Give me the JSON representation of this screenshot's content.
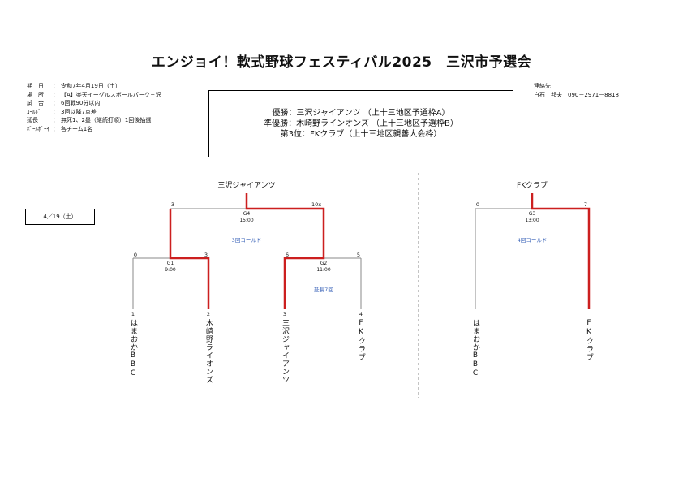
{
  "title": "エンジョイ！軟式野球フェスティバル2025　三沢市予選会",
  "info": [
    {
      "label": "期　日",
      "value": "令和7年4月19日（土）"
    },
    {
      "label": "場　所",
      "value": "【A】楽天イーグルスボールパーク三沢"
    },
    {
      "label": "試　合",
      "value": "6回戦90分以内"
    },
    {
      "label": "ｺｰﾙﾄﾞ",
      "value": "3回以降7点差"
    },
    {
      "label": "延長",
      "value": "無死1、2塁（継続打順）1回後抽選"
    },
    {
      "label": "ﾎﾞｰﾙﾎﾞｰｲ",
      "value": "各チーム1名"
    }
  ],
  "contact": {
    "label": "連絡先",
    "value": "白石　邦夫　090－2971－8818"
  },
  "results": [
    "優勝：三沢ジャイアンツ （上十三地区予選枠A）",
    "準優勝：木崎野ラインオンズ （上十三地区予選枠B）",
    "第3位：FKクラブ（上十三地区親善大会枠）"
  ],
  "date_box": "4／19（土）",
  "bracket_a": {
    "winner": "三沢ジャイアンツ",
    "final": {
      "game": "G4",
      "time": "15:00",
      "score_left": "3",
      "score_right": "10x",
      "note": "3回コールド"
    },
    "semi_left": {
      "game": "G1",
      "time": "9:00",
      "score_left": "0",
      "score_right": "3"
    },
    "semi_right": {
      "game": "G2",
      "time": "11:00",
      "score_left": "6",
      "score_right": "5",
      "note": "延長7回"
    },
    "teams": [
      {
        "seed": "1",
        "name": "はまおかBBC"
      },
      {
        "seed": "2",
        "name": "木崎野ライオンズ"
      },
      {
        "seed": "3",
        "name": "三沢ジャイアンツ"
      },
      {
        "seed": "4",
        "name": "FKクラブ"
      }
    ]
  },
  "bracket_b": {
    "winner": "FKクラブ",
    "match": {
      "game": "G3",
      "time": "13:00",
      "score_left": "0",
      "score_right": "7",
      "note": "4回コールド"
    },
    "teams": [
      {
        "name": "はまおかBBC"
      },
      {
        "name": "FKクラブ"
      }
    ]
  },
  "colors": {
    "win_line": "#cc1f1f",
    "lose_line": "#888888",
    "note": "#3a63b8"
  }
}
